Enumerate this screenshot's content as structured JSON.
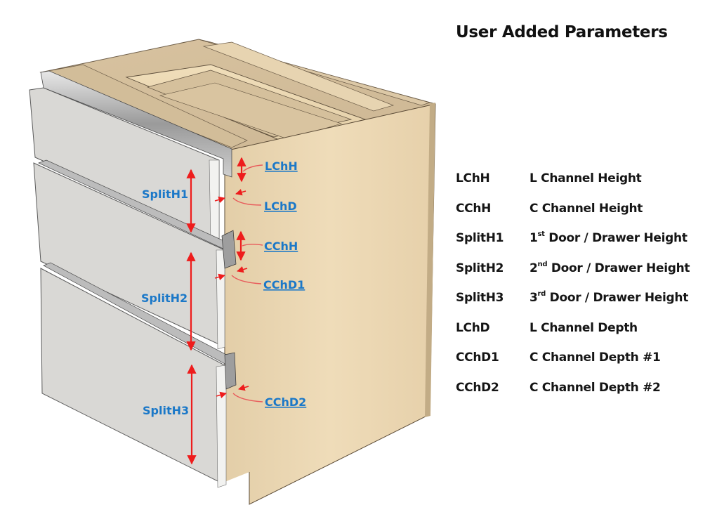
{
  "title": "User Added Parameters",
  "colors": {
    "dimension_label": "#1b78c8",
    "dimension_arrow": "#ee1c1c",
    "leader_line": "#e85a5a",
    "door_face": "#d9d8d5",
    "door_edge": "#f2f2f0",
    "wood_side": "#ead7b3",
    "wood_top": "#d4bf9c",
    "channel": "#a9a9a9"
  },
  "dimension_labels": {
    "splitH1": "SplitH1",
    "splitH2": "SplitH2",
    "splitH3": "SplitH3",
    "lchh": "LChH",
    "lchd": "LChD",
    "cchh": "CChH",
    "cchd1": "CChD1",
    "cchd2": "CChD2"
  },
  "parameters": [
    {
      "code": "LChH",
      "ordinal": "",
      "sup": "",
      "description": "L Channel Height"
    },
    {
      "code": "CChH",
      "ordinal": "",
      "sup": "",
      "description": "C Channel Height"
    },
    {
      "code": "SplitH1",
      "ordinal": "1",
      "sup": "st",
      "description": " Door / Drawer Height"
    },
    {
      "code": "SplitH2",
      "ordinal": "2",
      "sup": "nd",
      "description": " Door / Drawer Height"
    },
    {
      "code": "SplitH3",
      "ordinal": "3",
      "sup": "rd",
      "description": " Door / Drawer Height"
    },
    {
      "code": "LChD",
      "ordinal": "",
      "sup": "",
      "description": "L Channel Depth"
    },
    {
      "code": "CChD1",
      "ordinal": "",
      "sup": "",
      "description": "C Channel Depth #1"
    },
    {
      "code": "CChD2",
      "ordinal": "",
      "sup": "",
      "description": "C Channel Depth #2"
    }
  ]
}
